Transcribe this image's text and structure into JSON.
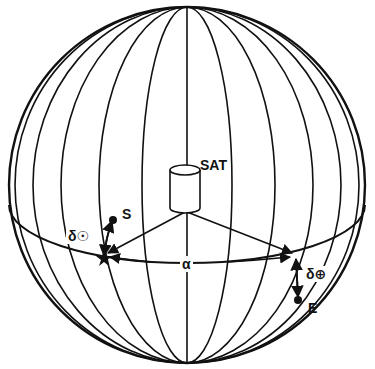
{
  "diagram": {
    "labels": [
      "SAT",
      "S",
      "δ☉",
      "α",
      "δ⊕",
      "E"
    ]
  }
}
